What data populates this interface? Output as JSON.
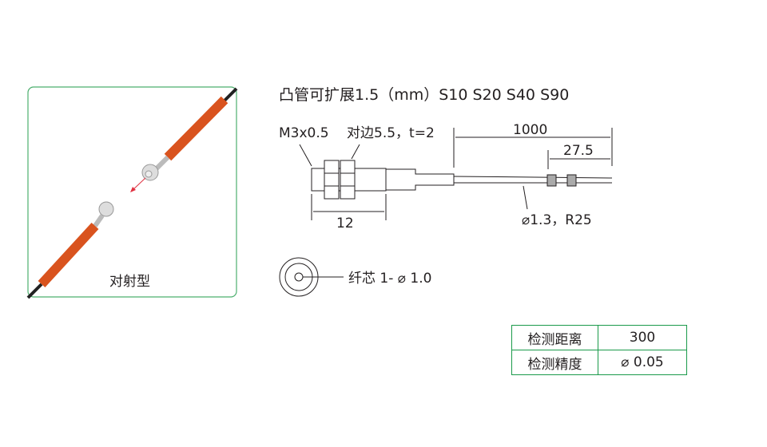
{
  "photo_panel": {
    "caption": "对射型"
  },
  "heading": "凸管可扩展1.5（mm）S10   S20   S40   S90",
  "drawing": {
    "thread_label": "M3x0.5",
    "nut_label": "对边5.5，t=2",
    "length_total": "1000",
    "length_tip": "27.5",
    "length_head": "12",
    "cable_label": "⌀1.3，R25",
    "core_label": "纤芯 1- ⌀ 1.0"
  },
  "spec_table": {
    "rows": [
      {
        "key": "检测距离",
        "value": "300"
      },
      {
        "key": "检测精度",
        "value": "⌀ 0.05"
      }
    ]
  },
  "colors": {
    "frame_green": "#4caf6e",
    "sleeve_orange": "#d9531e",
    "arrow_red": "#e03040"
  }
}
